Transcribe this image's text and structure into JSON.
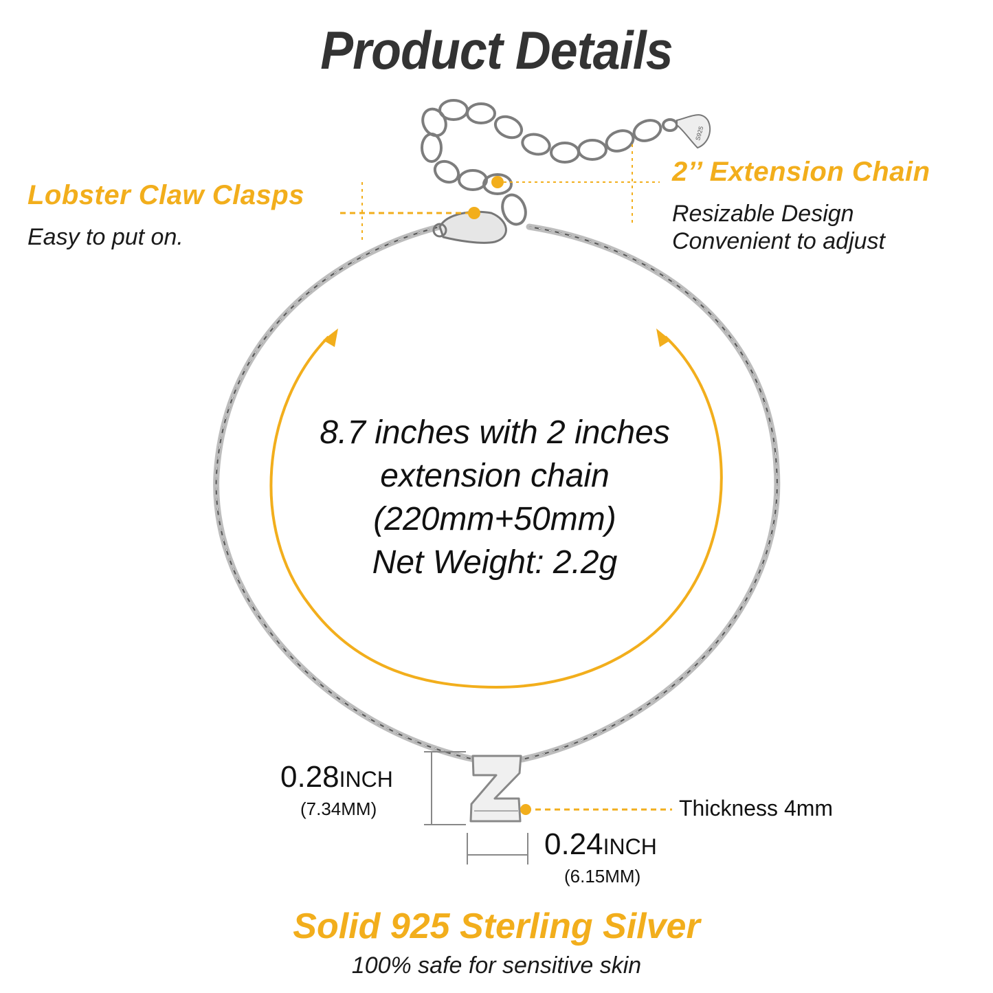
{
  "header": {
    "title": "Product Details"
  },
  "colors": {
    "accent": "#f2ae1c",
    "title": "#333333",
    "text": "#111111",
    "chain": "#8a8a8a"
  },
  "annotations": {
    "clasp": {
      "heading": "Lobster Claw Clasps",
      "subtext": "Easy to put on."
    },
    "extension": {
      "heading": "2’’ Extension Chain",
      "subtext_line1": "Resizable Design",
      "subtext_line2": "Convenient  to adjust"
    },
    "tag_stamp": "S925"
  },
  "center": {
    "line1": "8.7 inches with 2 inches",
    "line2": "extension chain",
    "line3": "(220mm+50mm)",
    "line4": "Net Weight: 2.2g"
  },
  "pendant": {
    "letter": "Z",
    "height": {
      "value": "0.28",
      "unit": "INCH",
      "metric": "(7.34MM)"
    },
    "width": {
      "value": "0.24",
      "unit": "INCH",
      "metric": "(6.15MM)"
    },
    "thickness": "Thickness 4mm"
  },
  "footer": {
    "heading": "Solid 925 Sterling Silver",
    "subtext": "100% safe for sensitive skin"
  }
}
